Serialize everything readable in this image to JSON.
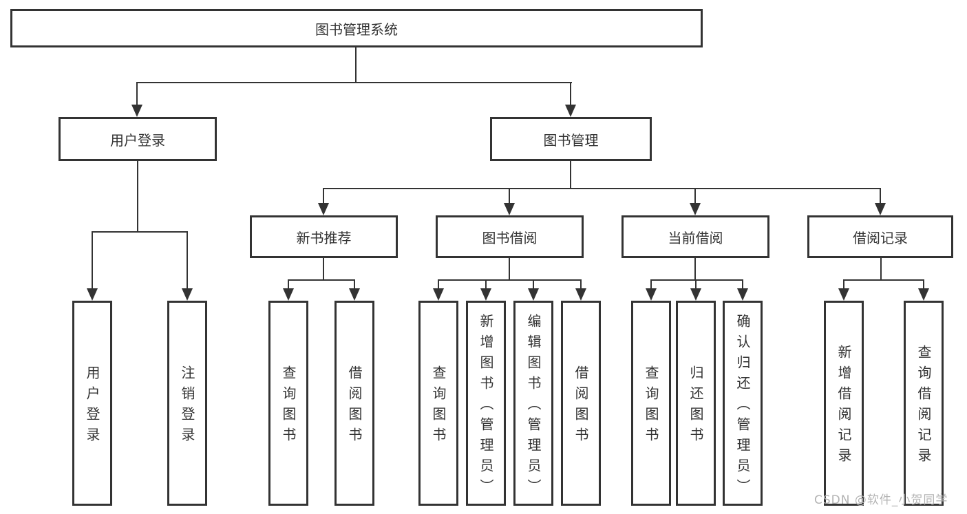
{
  "diagram": {
    "root": {
      "label": "图书管理系统",
      "children": [
        {
          "label": "用户登录",
          "children": [
            {
              "label": "用户登录"
            },
            {
              "label": "注销登录"
            }
          ]
        },
        {
          "label": "图书管理",
          "children": [
            {
              "label": "新书推荐",
              "children": [
                {
                  "label": "查询图书"
                },
                {
                  "label": "借阅图书"
                }
              ]
            },
            {
              "label": "图书借阅",
              "children": [
                {
                  "label": "查询图书"
                },
                {
                  "label": "新增图书（管理员）"
                },
                {
                  "label": "编辑图书（管理员）"
                },
                {
                  "label": "借阅图书"
                }
              ]
            },
            {
              "label": "当前借阅",
              "children": [
                {
                  "label": "查询图书"
                },
                {
                  "label": "归还图书"
                },
                {
                  "label": "确认归还（管理员）"
                }
              ]
            },
            {
              "label": "借阅记录",
              "children": [
                {
                  "label": "新增借阅记录"
                },
                {
                  "label": "查询借阅记录"
                }
              ]
            }
          ]
        }
      ]
    },
    "watermark": "CSDN @软件_小贺同学",
    "colors": {
      "line": "#333333",
      "text": "#333333",
      "background": "#ffffff",
      "watermark": "#b3b3b3"
    }
  }
}
